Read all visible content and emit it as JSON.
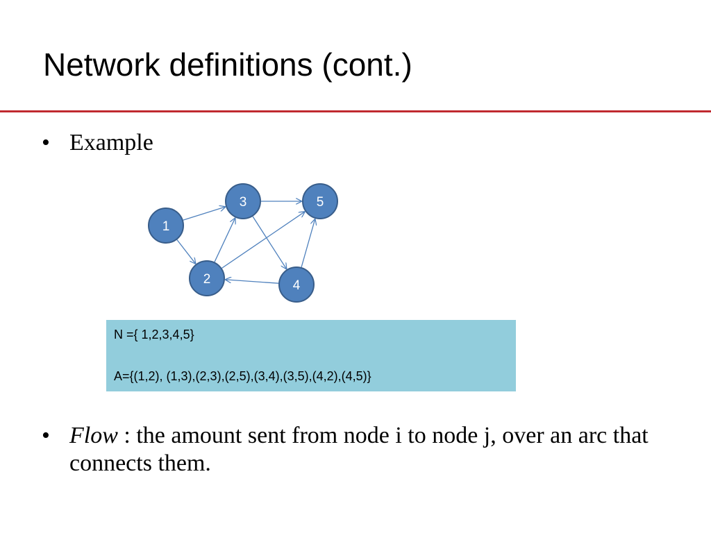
{
  "slide": {
    "title": "Network definitions (cont.)",
    "colors": {
      "rule": "#c0292f",
      "node_fill": "#4f81bd",
      "node_stroke": "#385d8a",
      "arc": "#4f81bd",
      "box": "#92cddc"
    }
  },
  "bullets": [
    {
      "marker": "•",
      "text": "Example"
    },
    {
      "marker": "•",
      "term": "Flow",
      "text": " : the amount sent from node i to node j, over an arc that connects them."
    }
  ],
  "graph": {
    "nodes": [
      {
        "id": "1",
        "label": "1"
      },
      {
        "id": "2",
        "label": "2"
      },
      {
        "id": "3",
        "label": "3"
      },
      {
        "id": "4",
        "label": "4"
      },
      {
        "id": "5",
        "label": "5"
      }
    ],
    "arcs": [
      {
        "from": "1",
        "to": "2"
      },
      {
        "from": "1",
        "to": "3"
      },
      {
        "from": "2",
        "to": "3"
      },
      {
        "from": "2",
        "to": "5"
      },
      {
        "from": "3",
        "to": "4"
      },
      {
        "from": "3",
        "to": "5"
      },
      {
        "from": "4",
        "to": "2"
      },
      {
        "from": "4",
        "to": "5"
      }
    ]
  },
  "sets_box": {
    "nodes_line": "N ={ 1,2,3,4,5}",
    "arcs_line": "A={(1,2), (1,3),(2,3),(2,5),(3,4),(3,5),(4,2),(4,5)}"
  }
}
